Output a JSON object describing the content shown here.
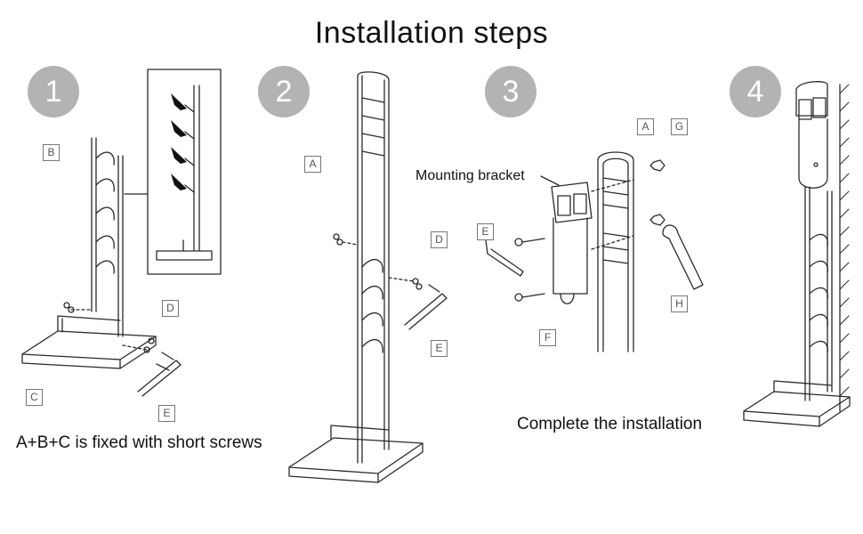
{
  "title": "Installation steps",
  "steps": [
    {
      "number": "1",
      "caption": "A+B+C is fixed with short screws"
    },
    {
      "number": "2"
    },
    {
      "number": "3",
      "callout": "Mounting bracket"
    },
    {
      "number": "4",
      "caption": "Complete the installation"
    }
  ],
  "part_labels": {
    "A": "A",
    "B": "B",
    "C": "C",
    "D": "D",
    "E": "E",
    "F": "F",
    "G": "G",
    "H": "H"
  },
  "colors": {
    "line": "#2a2a2a",
    "badge": "#b3b3b3",
    "tag_border": "#777777"
  }
}
